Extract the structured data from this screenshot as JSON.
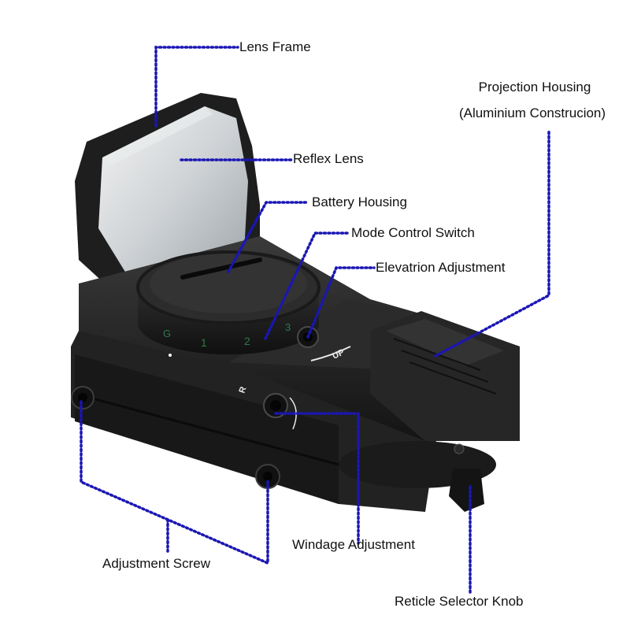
{
  "diagram": {
    "subject": "Reflex red dot sight",
    "leader_color": "#1a16b4",
    "body_color": "#1c1c1c",
    "labels": [
      {
        "id": "lens_frame",
        "text": "Lens Frame"
      },
      {
        "id": "projection_housing_1",
        "text": "Projection Housing"
      },
      {
        "id": "projection_housing_2",
        "text": "(Aluminium Construcion)"
      },
      {
        "id": "reflex_lens",
        "text": "Reflex Lens"
      },
      {
        "id": "battery_housing",
        "text": "Battery Housing"
      },
      {
        "id": "mode_control_switch",
        "text": "Mode Control Switch"
      },
      {
        "id": "elevation_adjustment",
        "text": "Elevatrion Adjustment"
      },
      {
        "id": "windage_adjustment",
        "text": "Windage Adjustment"
      },
      {
        "id": "adjustment_screw",
        "text": "Adjustment Screw"
      },
      {
        "id": "reticle_selector_knob",
        "text": "Reticle Selector Knob"
      }
    ],
    "device_markings": {
      "dial_positions": [
        "G",
        "1",
        "2",
        "3"
      ],
      "elevation_mark": "UP",
      "windage_mark": "R"
    }
  }
}
